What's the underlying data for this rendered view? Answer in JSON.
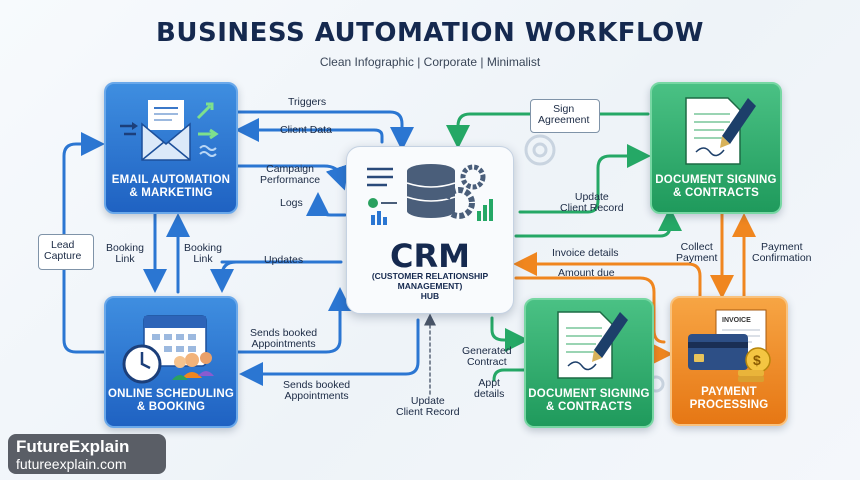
{
  "header": {
    "title": "BUSINESS AUTOMATION WORKFLOW",
    "subtitle": "Clean Infographic | Corporate | Minimalist"
  },
  "nodes": {
    "email": {
      "line1": "EMAIL AUTOMATION",
      "line2": "& MARKETING"
    },
    "scheduling": {
      "line1": "ONLINE SCHEDULING",
      "line2": "& BOOKING"
    },
    "crm": {
      "title": "CRM",
      "line1": "(CUSTOMER RELATIONSHIP",
      "line2": "MANAGEMENT)",
      "line3": "HUB"
    },
    "doc_top": {
      "line1": "DOCUMENT SIGNING",
      "line2": "& CONTRACTS"
    },
    "doc_bottom": {
      "line1": "DOCUMENT SIGNING",
      "line2": "& CONTRACTS"
    },
    "payment": {
      "line1": "PAYMENT",
      "line2": "PROCESSING",
      "invoice": "INVOICE"
    }
  },
  "flows": {
    "triggers": "Triggers",
    "client_data": "Client Data",
    "campaign_1": "Campaign",
    "campaign_2": "Performance",
    "logs": "Logs",
    "lead_1": "Lead",
    "lead_2": "Capture",
    "booking_a_1": "Booking",
    "booking_a_2": "Link",
    "booking_b_1": "Booking",
    "booking_b_2": "Link",
    "updates": "Updates",
    "sends1_1": "Sends booked",
    "sends1_2": "Appointments",
    "sends2_1": "Sends booked",
    "sends2_2": "Appointments",
    "update_crm_1": "Update",
    "update_crm_2": "Client Record",
    "sign_1": "Sign",
    "sign_2": "Agreement",
    "update_top_1": "Update",
    "update_top_2": "Client Record",
    "invoice_details": "Invoice details",
    "amount_due": "Amount due",
    "collect_1": "Collect",
    "collect_2": "Payment",
    "confirm_1": "Payment",
    "confirm_2": "Confirmation",
    "generated_1": "Generated",
    "generated_2": "Contract",
    "appt_1": "Appt",
    "appt_2": "details"
  },
  "brand": {
    "name": "FutureExplain",
    "url": "futureexplain.com"
  },
  "colors": {
    "blue": "#2b76d2",
    "green": "#25a866",
    "orange": "#f0861f",
    "navy": "#15294f"
  }
}
